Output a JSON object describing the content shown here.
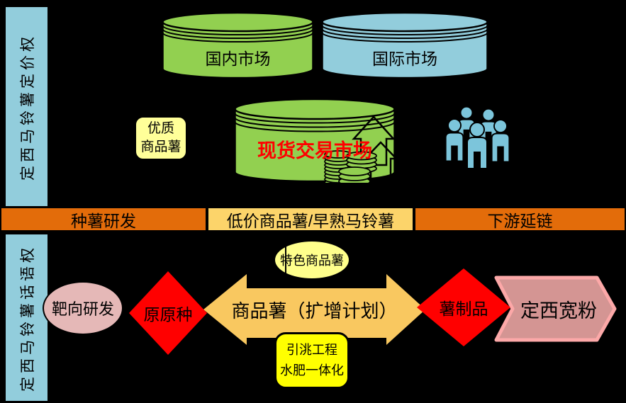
{
  "colors": {
    "background": "#000000",
    "sidebar_blue": "#92CDDC",
    "market_green": "#92D050",
    "market_blue": "#92CDDC",
    "band_orange": "#E36C0A",
    "band_yellow": "#FCD46A",
    "arrow_gold": "#F9C860",
    "pale_yellow_box": "#FFFF99",
    "bright_yellow_box": "#FFFF00",
    "specialty_yellow": "#FFFF8C",
    "diamond_red": "#FF0000",
    "spot_text_red": "#FF0000",
    "pink_ellipse": "#E5B8B7",
    "chevron_fill": "#D49593",
    "chevron_border": "#FCA8A8",
    "people_blue": "#7CC5DB"
  },
  "sidebars": {
    "pricing_power": "定西马铃薯定价权",
    "discourse_power": "定西马铃薯话语权"
  },
  "markets": {
    "domestic": "国内市场",
    "international": "国际市场",
    "spot_trading": "现货交易市场"
  },
  "quality_box": {
    "line1": "优质",
    "line2": "商品薯"
  },
  "band": {
    "left": "种薯研发",
    "middle": "低价商品薯/早熟马铃薯",
    "right": "下游延链"
  },
  "flow": {
    "targeted_rd": "靶向研发",
    "original_seed": "原原种",
    "commodity_arrow": "商品薯（扩增计划）",
    "specialty_potato": "特色商品薯",
    "project": {
      "line1": "引洮工程",
      "line2": "水肥一体化"
    },
    "potato_products": "薯制品",
    "wide_noodles": "定西宽粉"
  },
  "icons": {
    "people_group": "people-group-icon",
    "rising_arrow": "up-arrow-icon",
    "coins": "coin-stacks-icon"
  }
}
